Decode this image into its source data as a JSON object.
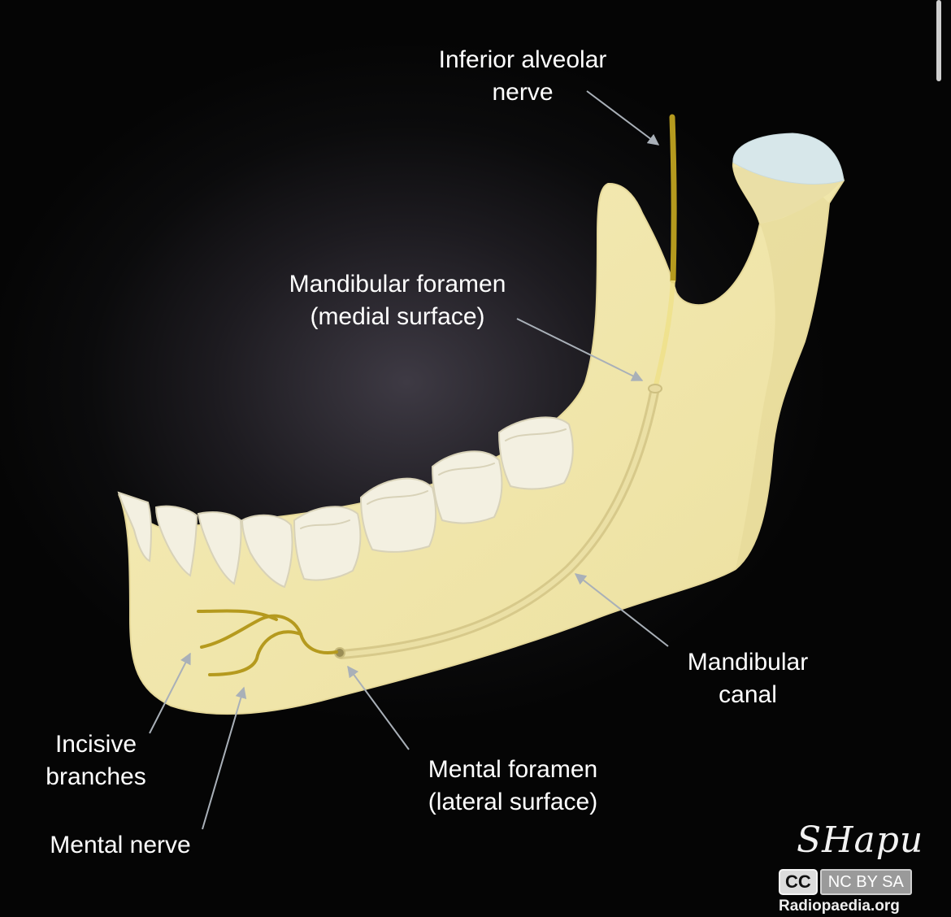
{
  "labels": {
    "inferior_alveolar_nerve": [
      "Inferior alveolar",
      "nerve"
    ],
    "mandibular_foramen": [
      "Mandibular foramen",
      "(medial surface)"
    ],
    "mandibular_canal": [
      "Mandibular",
      "canal"
    ],
    "mental_foramen": [
      "Mental foramen",
      "(lateral surface)"
    ],
    "incisive_branches": [
      "Incisive",
      "branches"
    ],
    "mental_nerve": [
      "Mental nerve"
    ]
  },
  "attribution": {
    "signature": "SHapu",
    "license_badge": "CC",
    "license_terms": "NC BY SA",
    "site": "Radiopaedia.org"
  },
  "colors": {
    "background": "#050505",
    "bone": "#f1e7ae",
    "bone_shadow": "#e2d593",
    "teeth": "#f3f0e1",
    "cartilage": "#d7e7ea",
    "nerve": "#b59a1e",
    "label_text": "#ffffff",
    "pointer": "#a9b0b8"
  }
}
